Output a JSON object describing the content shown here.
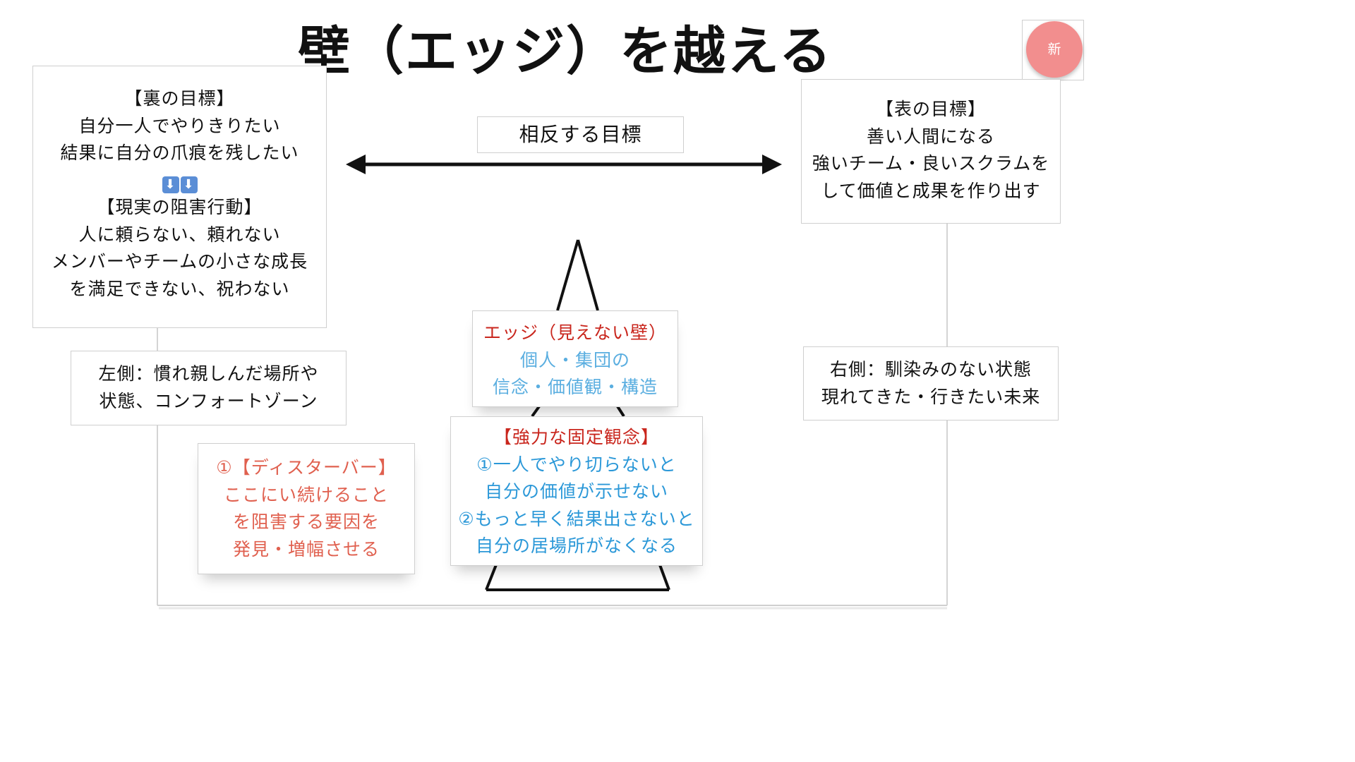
{
  "title": "壁（エッジ）を越える",
  "badge": "新",
  "center_label": "相反する目標",
  "hidden_goal": {
    "heading": "【裏の目標】",
    "lines": [
      "自分一人でやりきりたい",
      "結果に自分の爪痕を残したい"
    ],
    "arrow_icons": [
      "⬇",
      "⬇"
    ],
    "action_heading": "【現実の阻害行動】",
    "action_lines": [
      "人に頼らない、頼れない",
      "メンバーやチームの小さな成長",
      "を満足できない、祝わない"
    ]
  },
  "surface_goal": {
    "heading": "【表の目標】",
    "lines": [
      "善い人間になる",
      "強いチーム・良いスクラムを",
      "して価値と成果を作り出す"
    ]
  },
  "left_side": {
    "lines": [
      "左側：慣れ親しんだ場所や",
      "状態、コンフォートゾーン"
    ]
  },
  "right_side": {
    "lines": [
      "右側：馴染みのない状態",
      "現れてきた・行きたい未来"
    ]
  },
  "disturber": {
    "lines": [
      "①【ディスターバー】",
      "ここにい続けること",
      "を阻害する要因を",
      "発見・増幅させる"
    ]
  },
  "edge": {
    "heading": "エッジ（見えない壁）",
    "lines": [
      "個人・集団の",
      "信念・価値観・構造"
    ]
  },
  "fixed_idea": {
    "heading": "【強力な固定観念】",
    "lines": [
      "①一人でやり切らないと",
      "自分の価値が示せない",
      "②もっと早く結果出さないと",
      "自分の居場所がなくなる"
    ]
  },
  "colors": {
    "heading_red": "#c9261d",
    "disturber_salmon": "#e0604f",
    "edge_lightblue": "#5aaee0",
    "fixed_blue": "#2b98d8",
    "badge_pink": "#f28e8e"
  }
}
